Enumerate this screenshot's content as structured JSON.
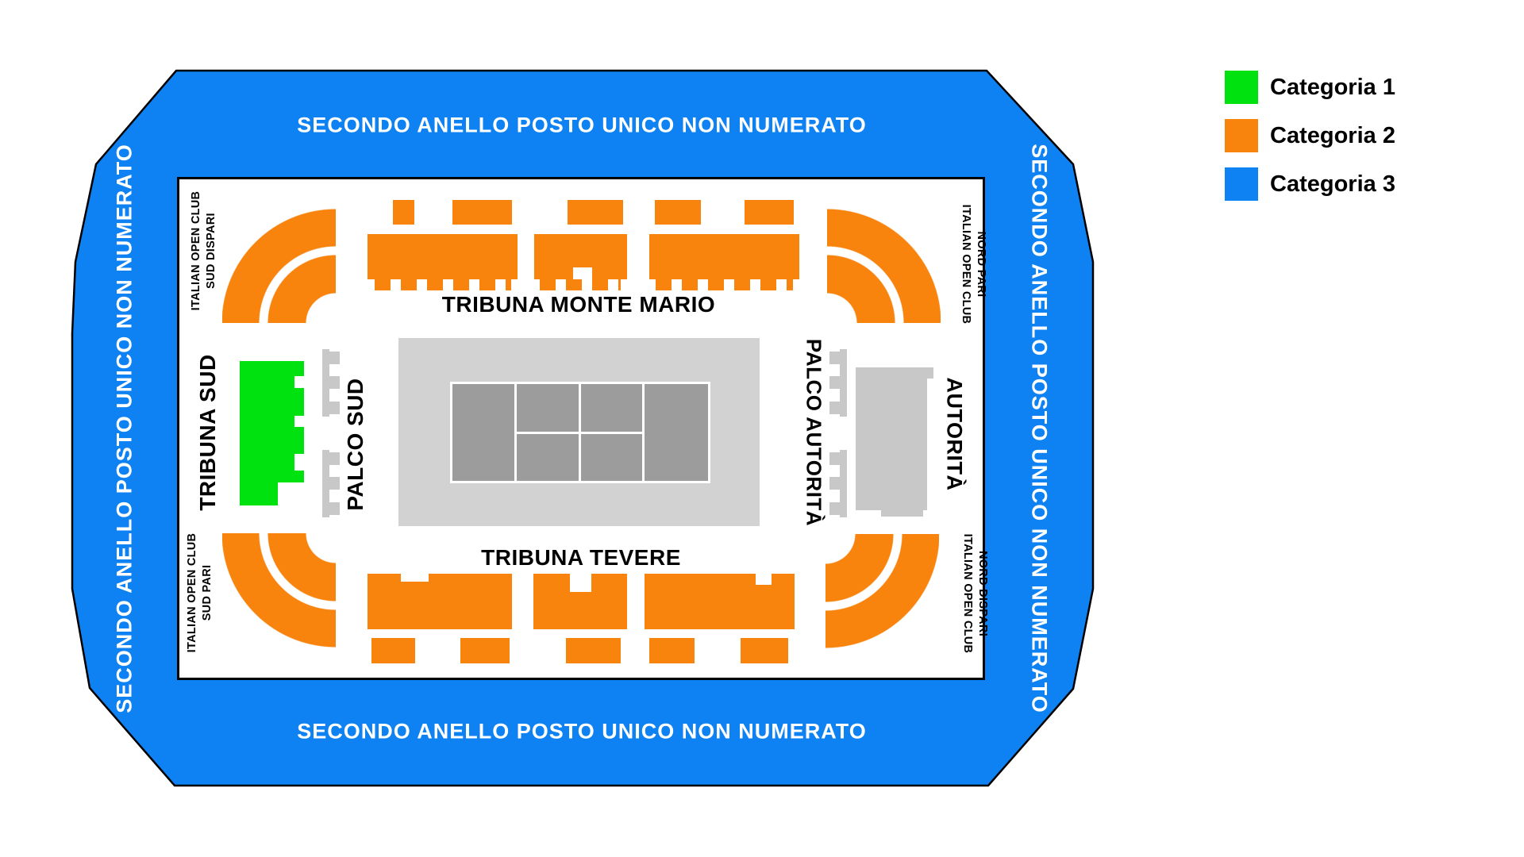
{
  "colors": {
    "cat1": "#00E110",
    "cat2": "#F8830D",
    "cat3": "#0E82F2",
    "court_area": "#D2D2D2",
    "court": "#9C9C9C",
    "structure": "#C8C8C8"
  },
  "ring": {
    "label": "SECONDO ANELLO POSTO UNICO NON NUMERATO"
  },
  "stands": {
    "monte_mario": "TRIBUNA MONTE MARIO",
    "tevere": "TRIBUNA TEVERE",
    "tribuna_sud": "TRIBUNA SUD",
    "palco_sud": "PALCO SUD",
    "palco_autorita": "PALCO AUTORITÀ",
    "autorita": "AUTORITÀ"
  },
  "corners": {
    "top_left": {
      "line1": "ITALIAN OPEN CLUB",
      "line2": "SUD DISPARI"
    },
    "top_right": {
      "line1": "ITALIAN OPEN CLUB",
      "line2": "NORD PARI"
    },
    "bottom_left": {
      "line1": "ITALIAN OPEN CLUB",
      "line2": "SUD PARI"
    },
    "bottom_right": {
      "line1": "ITALIAN OPEN CLUB",
      "line2": "NORD DISPARI"
    }
  },
  "legend": {
    "items": [
      {
        "label": "Categoria 1",
        "color_key": "cat1"
      },
      {
        "label": "Categoria 2",
        "color_key": "cat2"
      },
      {
        "label": "Categoria 3",
        "color_key": "cat3"
      }
    ]
  }
}
